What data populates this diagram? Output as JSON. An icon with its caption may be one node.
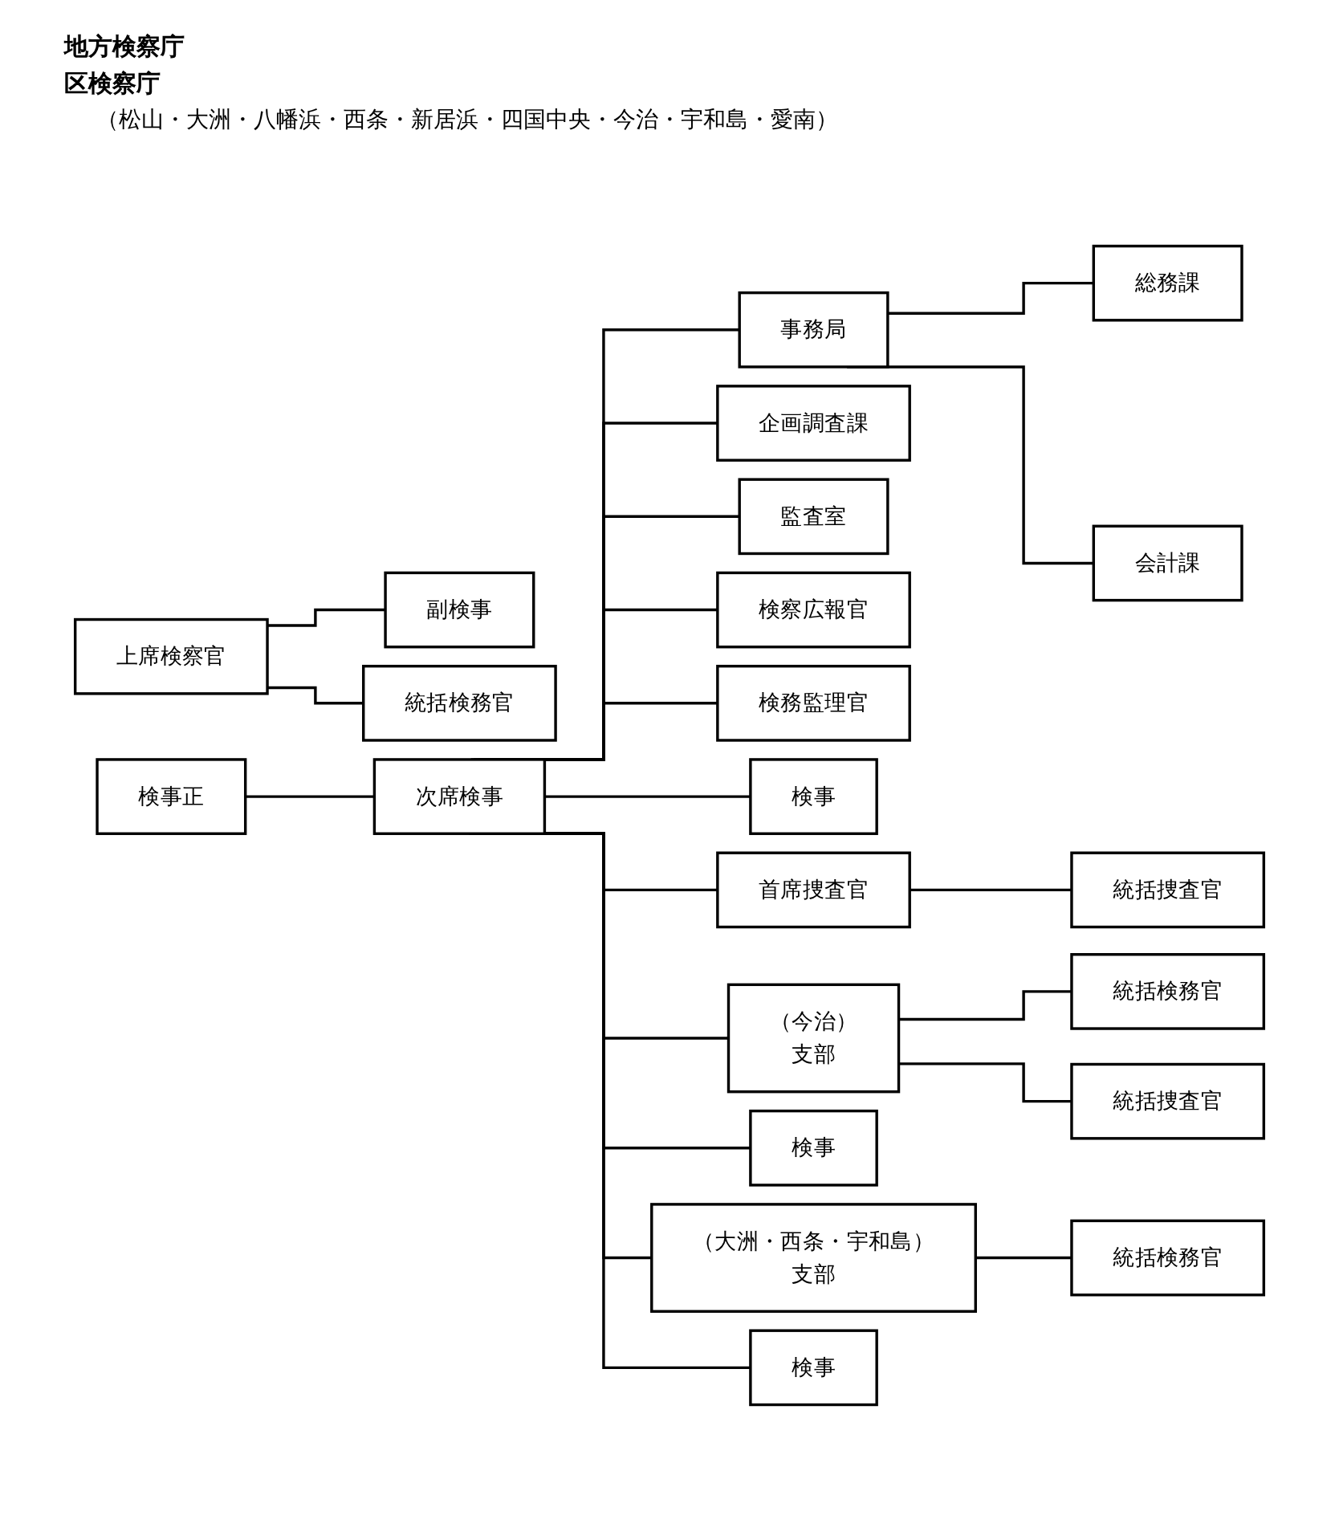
{
  "diagram": {
    "nodes": [
      {
        "text": [
          "検事正"
        ]
      },
      {
        "text": [
          "次席検事"
        ]
      },
      {
        "text": [
          "事務局"
        ]
      },
      {
        "text": [
          "総務課"
        ]
      },
      {
        "text": [
          "会計課"
        ]
      },
      {
        "text": [
          "企画調査課"
        ]
      },
      {
        "text": [
          "監査室"
        ]
      },
      {
        "text": [
          "検察広報官"
        ]
      },
      {
        "text": [
          "検務監理官"
        ]
      },
      {
        "text": [
          "検事"
        ]
      },
      {
        "text": [
          "首席捜査官"
        ]
      },
      {
        "text": [
          "統括捜査官"
        ]
      },
      {
        "text": [
          "（今治）",
          "支部"
        ]
      },
      {
        "text": [
          "検事"
        ]
      },
      {
        "text": [
          "統括検務官"
        ]
      },
      {
        "text": [
          "統括捜査官"
        ]
      },
      {
        "text": [
          "（大洲・西条・宇和島）",
          "支部"
        ]
      },
      {
        "text": [
          "検事"
        ]
      },
      {
        "text": [
          "統括検務官"
        ]
      },
      {
        "text": [
          "上席検察官"
        ]
      },
      {
        "text": [
          "副検事"
        ]
      },
      {
        "text": [
          "統括検務官"
        ]
      }
    ],
    "edges": [
      {
        "from": 0,
        "to": 1,
        "arrow": "none"
      },
      {
        "from": 1,
        "to": 2,
        "arrow": "none"
      },
      {
        "from": 2,
        "to": 3,
        "arrow": "none"
      },
      {
        "from": 2,
        "to": 4,
        "arrow": "none"
      },
      {
        "from": 1,
        "to": 5,
        "arrow": "none"
      },
      {
        "from": 1,
        "to": 6,
        "arrow": "none"
      },
      {
        "from": 1,
        "to": 7,
        "arrow": "none"
      },
      {
        "from": 1,
        "to": 8,
        "arrow": "none"
      },
      {
        "from": 1,
        "to": 9,
        "arrow": "none"
      },
      {
        "from": 1,
        "to": 10,
        "arrow": "none"
      },
      {
        "from": 10,
        "to": 11,
        "arrow": "none"
      },
      {
        "from": 1,
        "to": 12,
        "arrow": "none"
      },
      {
        "from": 1,
        "to": 13,
        "arrow": "none"
      },
      {
        "from": 12,
        "to": 14,
        "arrow": "none"
      },
      {
        "from": 12,
        "to": 15,
        "arrow": "none"
      },
      {
        "from": 1,
        "to": 16,
        "arrow": "none"
      },
      {
        "from": 1,
        "to": 17,
        "arrow": "none"
      },
      {
        "from": 16,
        "to": 18,
        "arrow": "none"
      },
      {
        "from": 19,
        "to": 21,
        "arrow": "none"
      },
      {
        "from": 19,
        "to": 20,
        "arrow": "none"
      }
    ],
    "labels": [
      "地方検察庁",
      "区検察庁",
      "（松山・大洲・八幡浜・西条・新居浜・四国中央・今治・宇和島・愛南）"
    ]
  }
}
